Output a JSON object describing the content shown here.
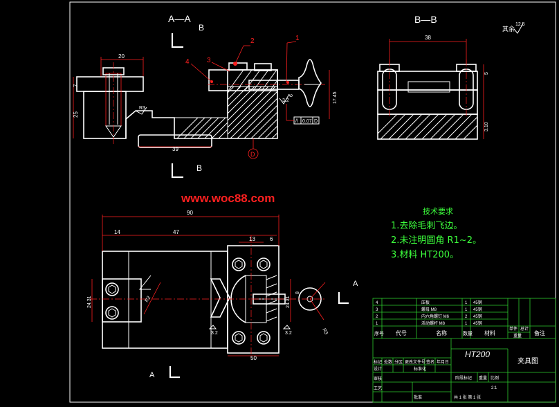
{
  "views": {
    "section_aa": "A—A",
    "section_bb": "B—B",
    "cut_b": "B",
    "cut_a": "A"
  },
  "roughness_other": "其余",
  "roughness_value": "12.5",
  "balloons": [
    "1",
    "2",
    "3",
    "4"
  ],
  "datum_label": "D",
  "tolerance_frame": {
    "symbol": "//",
    "value": "0.07",
    "datum": "D"
  },
  "dims": {
    "aa_width_top": "20",
    "aa_height_left": "25",
    "aa_step": "7",
    "aa_bottom": "39",
    "aa_radius": "R3",
    "aa_fine": "3.2",
    "aa_hole": "17.45",
    "aa_dia": "6",
    "bb_width": "38",
    "bb_right_top": "5",
    "bb_right_low": "3.10",
    "plan_total": "90",
    "plan_47": "47",
    "plan_14": "14",
    "plan_13": "13",
    "plan_6": "6",
    "plan_50": "50",
    "plan_24": "24.31",
    "plan_r": "R2",
    "plan_24r": "24.31",
    "plan_8": "8",
    "plan_r1": "R3",
    "plan_32a": "3.2",
    "plan_32b": "3.2"
  },
  "watermark": "www.woc88.com",
  "notes": {
    "title": "技术要求",
    "items": [
      "1.去除毛刺飞边。",
      "2.未注明圆角 R1~2。",
      "3.材料 HT200。"
    ]
  },
  "title_block": {
    "material": "HT200",
    "drawing_name": "夹具图",
    "parts_header": [
      "序号",
      "代号",
      "名称",
      "数量",
      "材料",
      "单件",
      "总计",
      "备注"
    ],
    "weight_header": "重量",
    "parts": [
      {
        "no": "4",
        "name": "压板",
        "qty": "1",
        "mat": "45钢"
      },
      {
        "no": "3",
        "name": "螺母 M8",
        "qty": "1",
        "mat": "45钢"
      },
      {
        "no": "2",
        "name": "内六角螺钉 M6",
        "qty": "2",
        "mat": "45钢"
      },
      {
        "no": "1",
        "name": "活动螺杆 M8",
        "qty": "1",
        "mat": "45钢"
      }
    ],
    "rev_header": [
      "标记",
      "处数",
      "分区",
      "更改文件号",
      "签名",
      "年月日"
    ],
    "design_row": [
      "设计",
      "标准化"
    ],
    "stage_header": [
      "阶段标记",
      "重量",
      "比例"
    ],
    "scale": "2:1",
    "review": "审核",
    "process": "工艺",
    "approve": "批准",
    "sheet": "共 1 张 第 1 张"
  }
}
